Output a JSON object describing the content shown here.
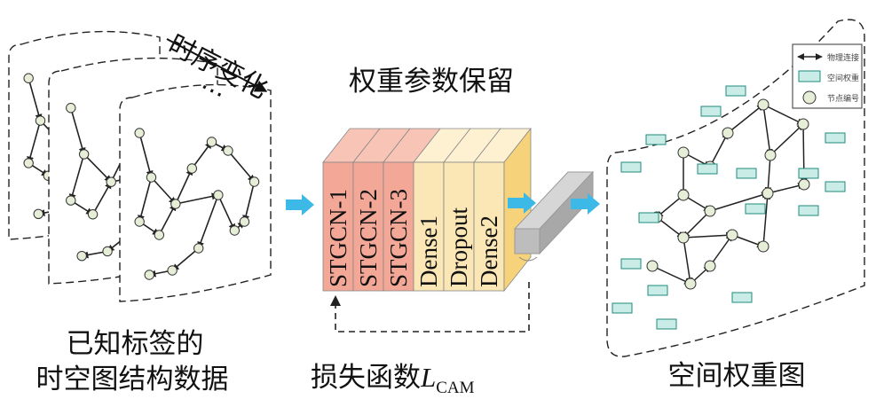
{
  "captions": {
    "input_line1": "已知标签的",
    "input_line2": "时空图结构数据",
    "time_change": "时序变化",
    "ellipsis": "…",
    "weights_kept": "权重参数保留",
    "loss_text": "损失函数",
    "loss_symbol": "L",
    "loss_subscript": "CAM",
    "output": "空间权重图"
  },
  "model_layers": [
    {
      "label": "STGCN-1",
      "group": "stgcn"
    },
    {
      "label": "STGCN-2",
      "group": "stgcn"
    },
    {
      "label": "STGCN-3",
      "group": "stgcn"
    },
    {
      "label": "Dense1",
      "group": "dense"
    },
    {
      "label": "Dropout",
      "group": "dense"
    },
    {
      "label": "Dense2",
      "group": "dense"
    }
  ],
  "legend": {
    "items": [
      "物理连接",
      "空间权重",
      "节点编号"
    ]
  },
  "colors": {
    "stgcn_face": "#f3a796",
    "stgcn_top": "#f8c4b6",
    "dense_face": "#fbe7b5",
    "dense_top": "#fdf1d2",
    "end_side": "#f6d27a",
    "arrow": "#3cb9e6",
    "gray_block": "#b3b3b3",
    "node_fill": "#e6eed7",
    "weight_box": "#c9ece6",
    "weight_border": "#1f8a7f"
  },
  "icons": {
    "right_arrow": "right-arrow-icon",
    "feedback_arrow": "dashed-feedback-arrow-icon",
    "time_arrow": "time-arrow-icon"
  }
}
